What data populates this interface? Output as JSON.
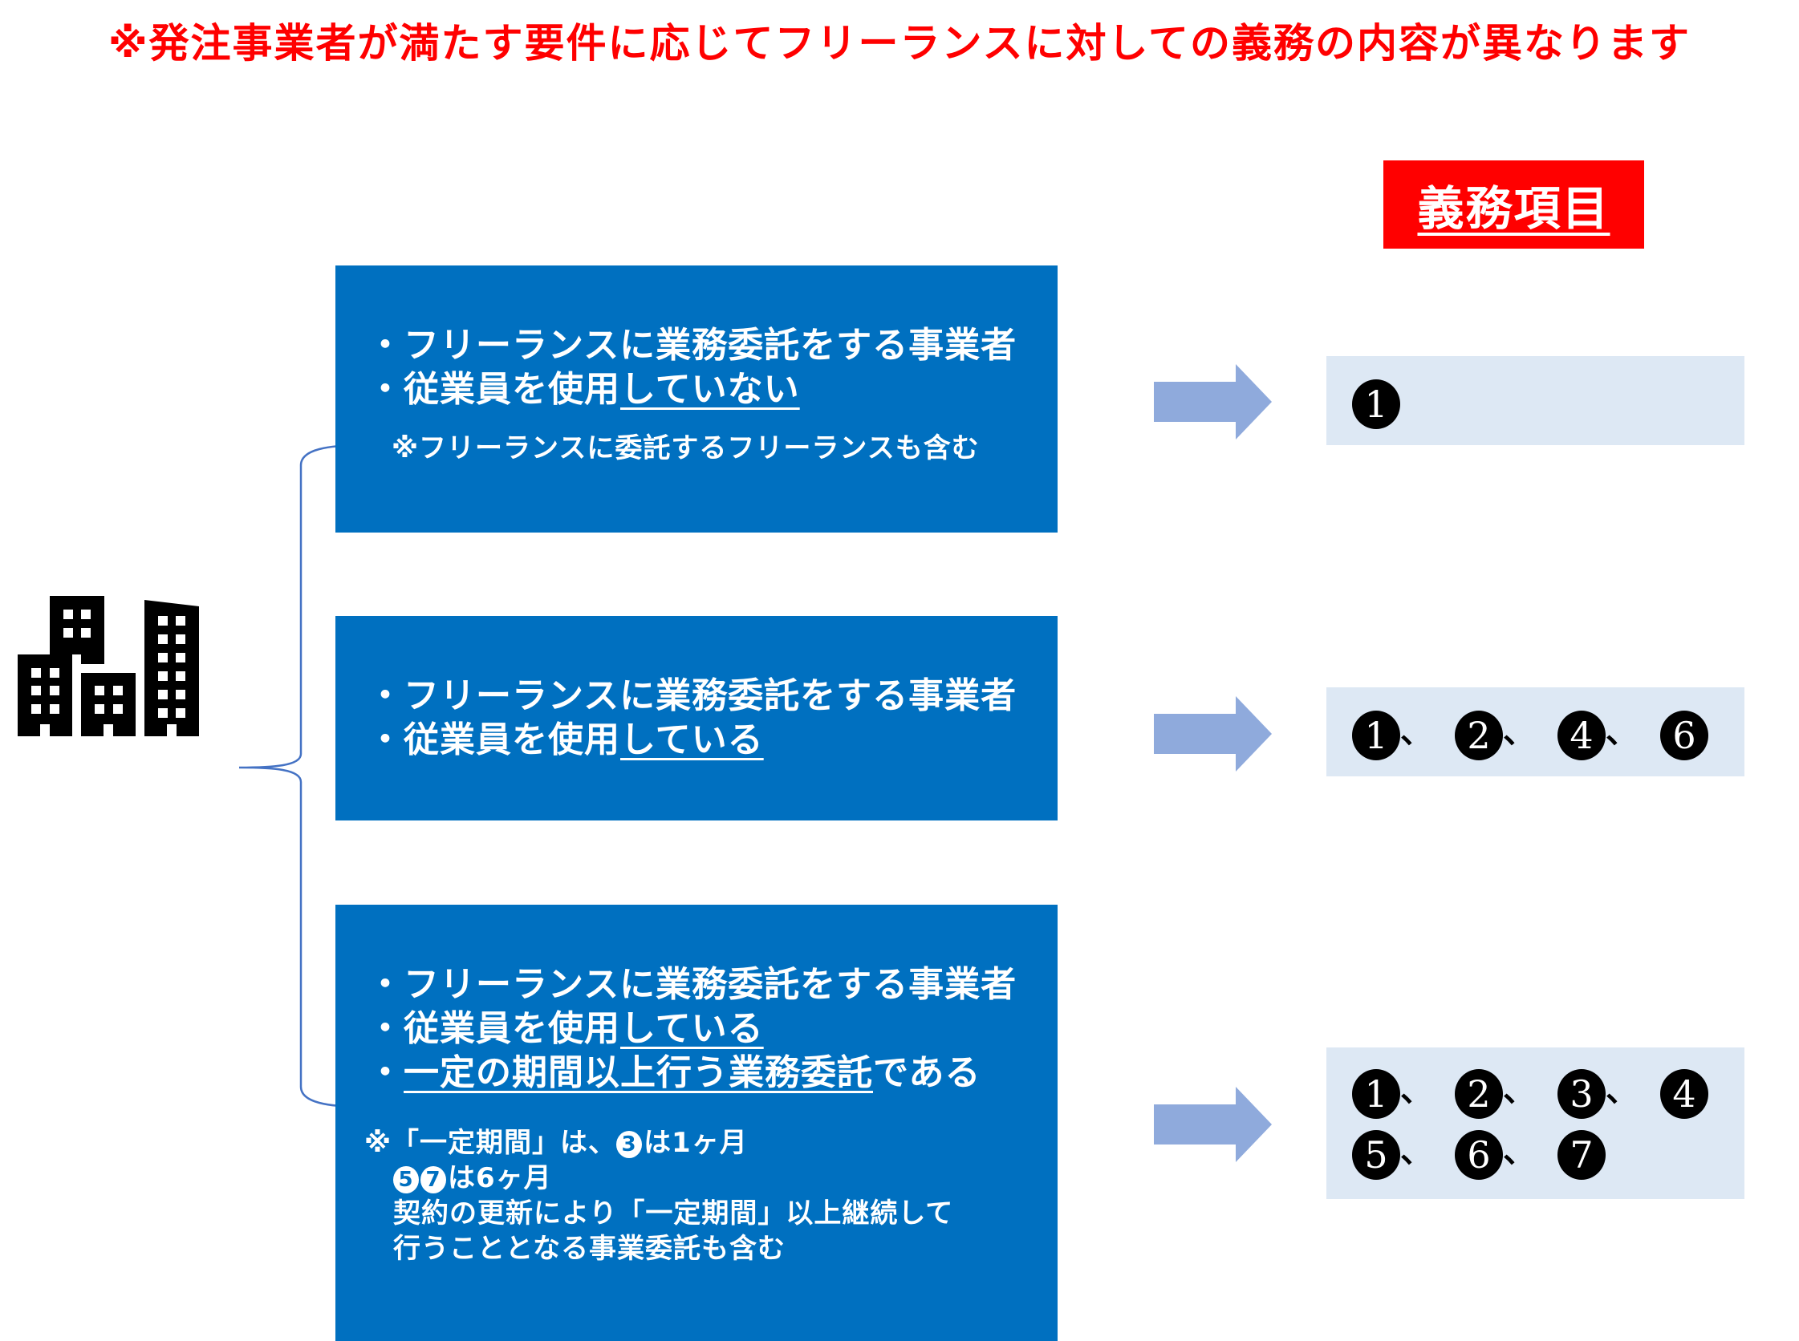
{
  "banner": "※発注事業者が満たす要件に応じてフリーランスに対しての義務の内容が異なります",
  "header": {
    "label": "義務項目"
  },
  "icons": {
    "company": "buildings-icon",
    "brace": "curly-brace-icon",
    "arrow": "right-arrow-icon"
  },
  "colors": {
    "banner": "#ff0000",
    "condition_box": "#0070c0",
    "result_box": "#dde8f4",
    "arrow": "#8faadc",
    "brace": "#4472c4"
  },
  "conditions": [
    {
      "lines": [
        {
          "prefix": "・",
          "plain": "フリーランスに業務委託をする事業者",
          "underlined": "",
          "suffix": ""
        },
        {
          "prefix": "・",
          "plain": "従業員を使用",
          "underlined": "していない",
          "suffix": ""
        }
      ],
      "note": "※フリーランスに委託するフリーランスも含む"
    },
    {
      "lines": [
        {
          "prefix": "・",
          "plain": "フリーランスに業務委託をする事業者",
          "underlined": "",
          "suffix": ""
        },
        {
          "prefix": "・",
          "plain": "従業員を使用",
          "underlined": "している",
          "suffix": ""
        }
      ]
    },
    {
      "lines": [
        {
          "prefix": "・",
          "plain": "フリーランスに業務委託をする事業者",
          "underlined": "",
          "suffix": ""
        },
        {
          "prefix": "・",
          "plain": "従業員を使用",
          "underlined": "している",
          "suffix": ""
        },
        {
          "prefix": "・",
          "plain": "",
          "underlined": "一定の期間以上行う業務委託",
          "suffix": "である"
        }
      ],
      "note_lines": [
        {
          "a": "※「一定期間」は、",
          "n1": "3",
          "b": "は1ヶ月"
        },
        {
          "n1": "5",
          "n2": "7",
          "b": "は6ヶ月"
        },
        {
          "text": "契約の更新により「一定期間」以上継続して"
        },
        {
          "text": "行うこととなる事業委託も含む"
        }
      ]
    }
  ],
  "results": [
    {
      "rows": [
        [
          "1"
        ]
      ]
    },
    {
      "rows": [
        [
          "1",
          "2",
          "4",
          "6"
        ]
      ]
    },
    {
      "rows": [
        [
          "1",
          "2",
          "3",
          "4"
        ],
        [
          "5",
          "6",
          "7"
        ]
      ]
    }
  ],
  "separator": "、"
}
